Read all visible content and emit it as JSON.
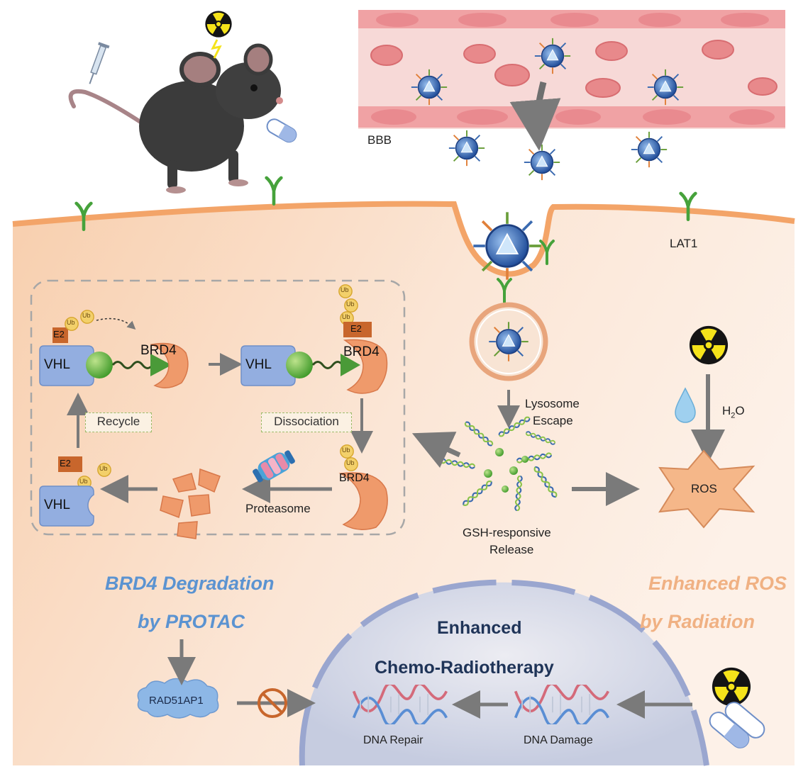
{
  "colors": {
    "membrane": "#f3a468",
    "cell_fill": "#f9d7bd",
    "vessel": "#f7d6d3",
    "nanoparticle": "#2d62b0",
    "receptor": "#46a23b",
    "brd4": "#ef9a6b",
    "vhl": "#93aee0",
    "blue_title": "#5b93d1",
    "orange_title": "#f0b183",
    "navy_title": "#1f3458"
  },
  "icons": [
    "mouse-icon",
    "radiation-icon",
    "syringe-icon",
    "capsule-icon",
    "proteasome-icon",
    "water-drop-icon",
    "no-entry-icon",
    "dna-helix-icon"
  ],
  "labels": {
    "bbb": "BBB",
    "lat1": "LAT1",
    "vhl": "VHL",
    "brd4": "BRD4",
    "e2": "E2",
    "ub": "Ub",
    "recycle": "Recycle",
    "dissociation": "Dissociation",
    "proteasome": "Proteasome",
    "lysosome_escape_1": "Lysosome",
    "lysosome_escape_2": "Escape",
    "gsh_1": "GSH-responsive",
    "gsh_2": "Release",
    "h2o": "H",
    "h2o_sub": "2",
    "h2o_end": "O",
    "ros": "ROS",
    "brd4_degradation": "BRD4 Degradation",
    "by_protac": "by PROTAC",
    "enhanced_ros": "Enhanced ROS",
    "by_radiation": "by Radiation",
    "enhanced": "Enhanced",
    "chemo_radiotherapy": "Chemo-Radiotherapy",
    "rad51ap1": "RAD51AP1",
    "dna_repair": "DNA Repair",
    "dna_damage": "DNA Damage"
  }
}
